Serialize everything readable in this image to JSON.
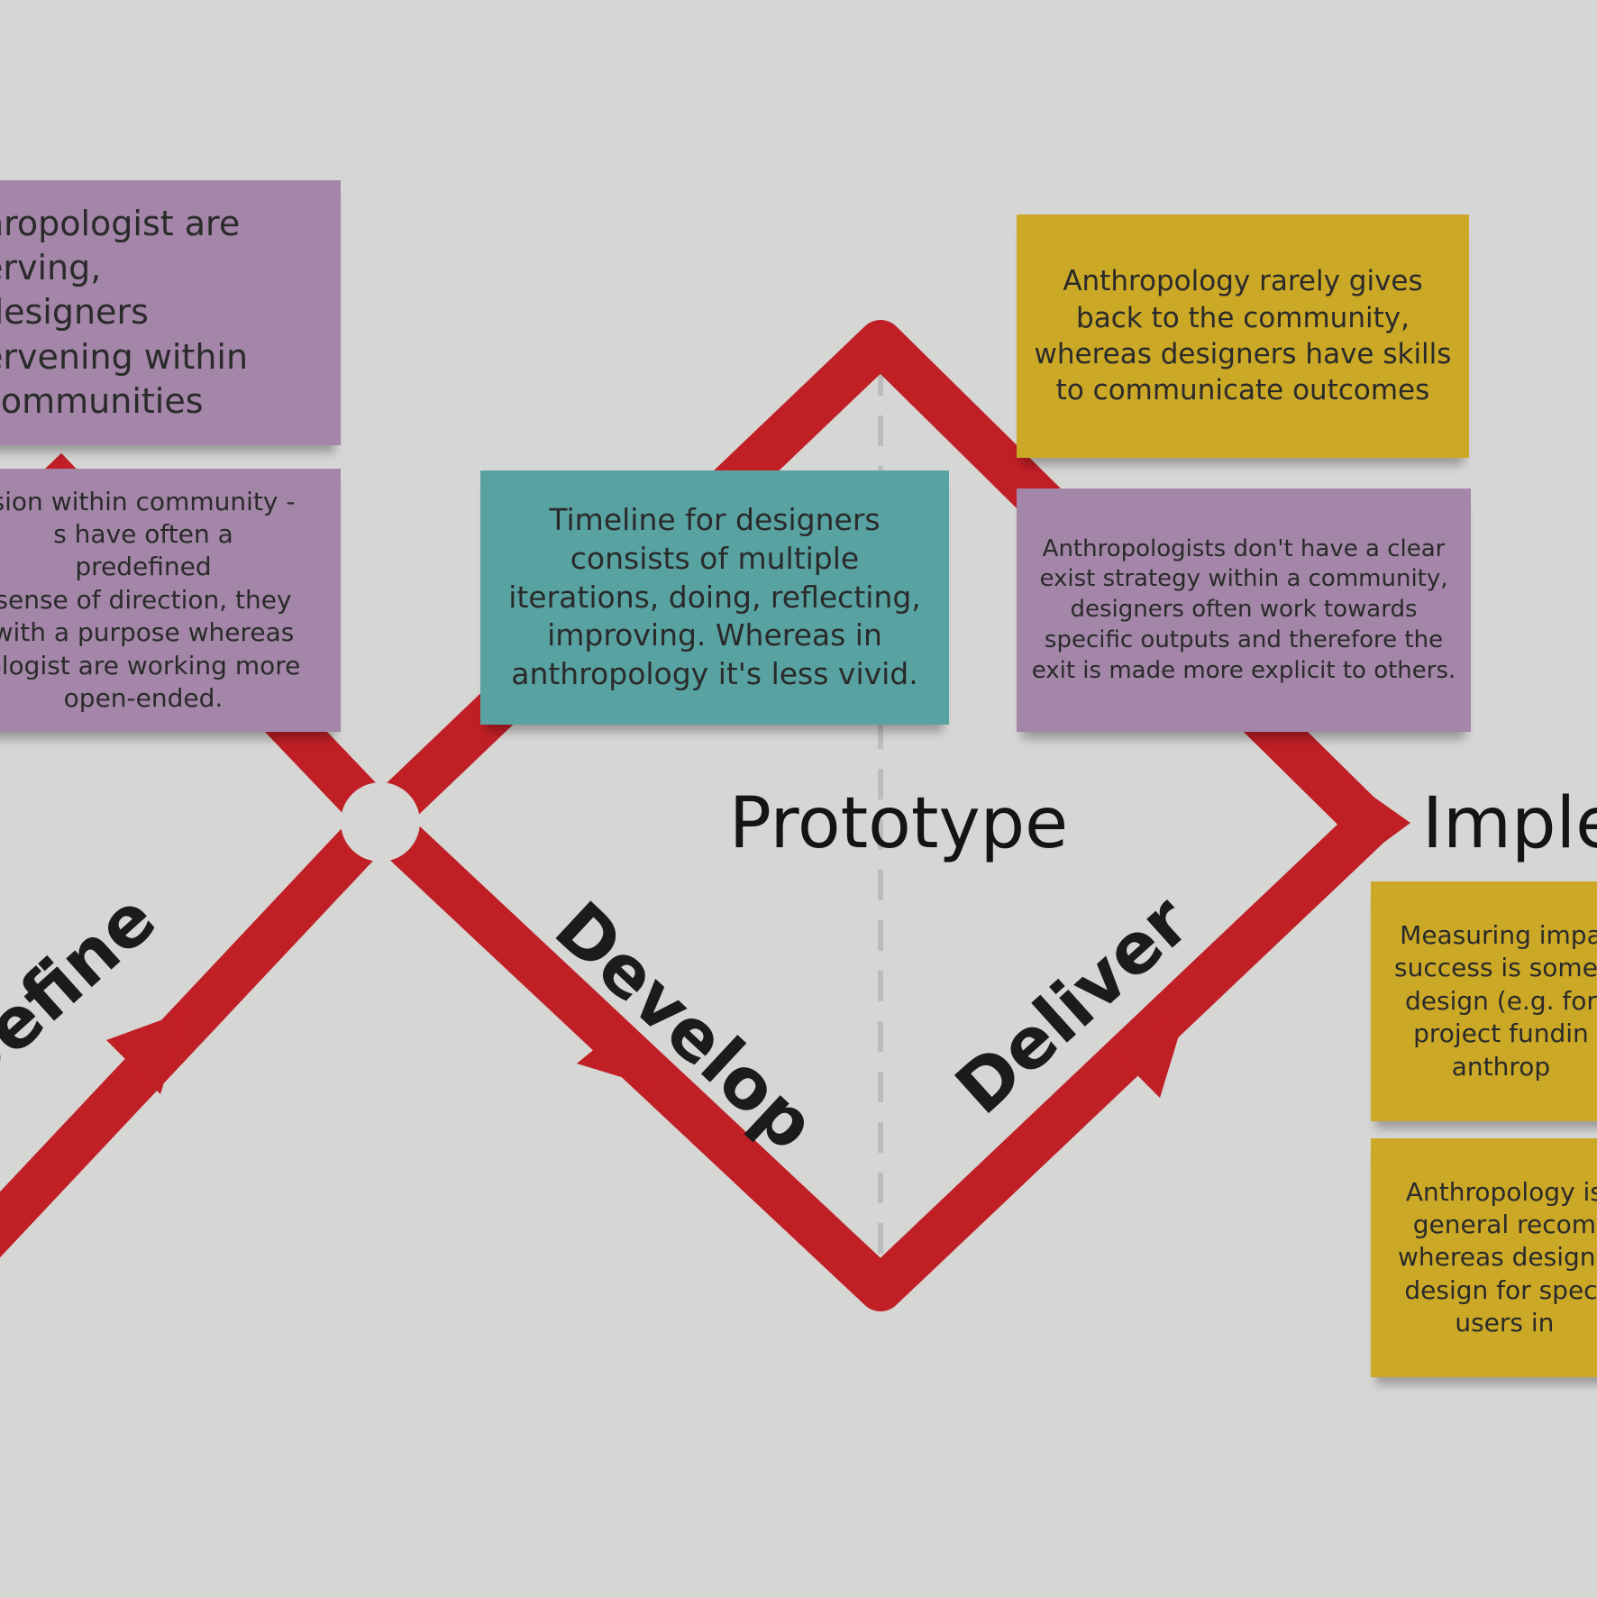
{
  "diagram": {
    "colors": {
      "background": "#d6d6d4",
      "path": "#c11f26",
      "purple_note": "#a386a8",
      "yellow_note": "#cba826",
      "teal_note": "#58a3a2",
      "text": "#1b1b1b"
    },
    "stages": {
      "define": "Define",
      "develop": "Develop",
      "deliver": "Deliver"
    },
    "milestones": {
      "prototype": "Prototype",
      "implement": "Imple"
    },
    "notes": {
      "anthropologist_observing": "hropologist are\nerving, designers\nervening within\ncommunities",
      "direction": "sion within community -\ns have often a predefined\nsense of direction, they\nwith a purpose whereas\nologist are working more\nopen-ended.",
      "timeline": "Timeline for designers\nconsists of multiple\niterations, doing, reflecting,\nimproving. Whereas in\nanthropology it's less vivid.",
      "gives_back": "Anthropology rarely gives\nback to the community,\nwhereas designers have skills\nto communicate outcomes",
      "exit_strategy": "Anthropologists don't have a clear\nexist strategy within a community,\ndesigners often work towards\nspecific outputs and therefore the\nexit is made more explicit to others.",
      "measuring_impact": "Measuring impa\nsuccess is somet\ndesign (e.g. for\nproject fundin\nanthrop",
      "general_recommendations": "Anthropology is\ngeneral recom\nwhereas designe\ndesign for speci\nusers in"
    }
  }
}
